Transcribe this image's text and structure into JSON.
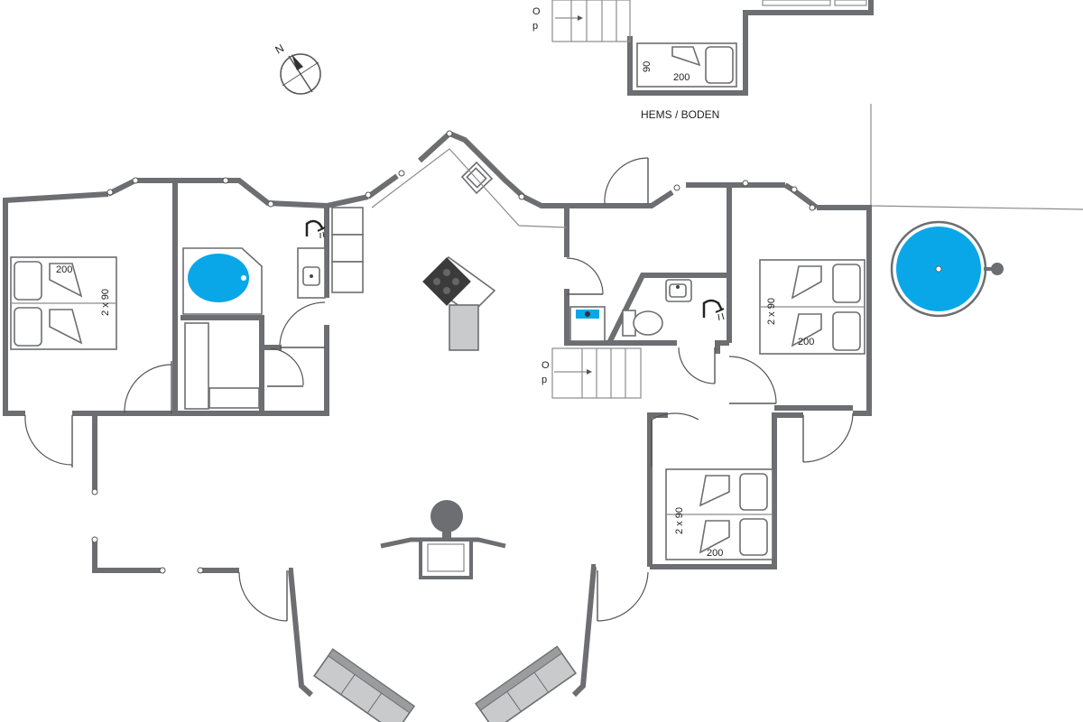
{
  "compass": {
    "north_label": "N"
  },
  "loft": {
    "label": "HEMS / BODEN",
    "bed_width": "90",
    "bed_length": "200"
  },
  "stairs": {
    "up_label_top": "O",
    "up_label_bottom": "p"
  },
  "bedrooms": {
    "west": {
      "length": "200",
      "beds": "2 x 90"
    },
    "east": {
      "length": "200",
      "beds": "2 x 90"
    },
    "southeast": {
      "length": "200",
      "beds": "2 x 90"
    }
  },
  "colors": {
    "wall": "#6d6e71",
    "water": "#0aa7e8",
    "furniture_fill": "#c9cacc"
  },
  "icons": [
    "compass-icon",
    "shower-icon",
    "sink-icon",
    "hob-icon",
    "stove-icon",
    "toilet-icon",
    "washing-machine-icon",
    "hot-tub-icon",
    "bathtub-icon",
    "sofa-icon",
    "bed-icon"
  ]
}
